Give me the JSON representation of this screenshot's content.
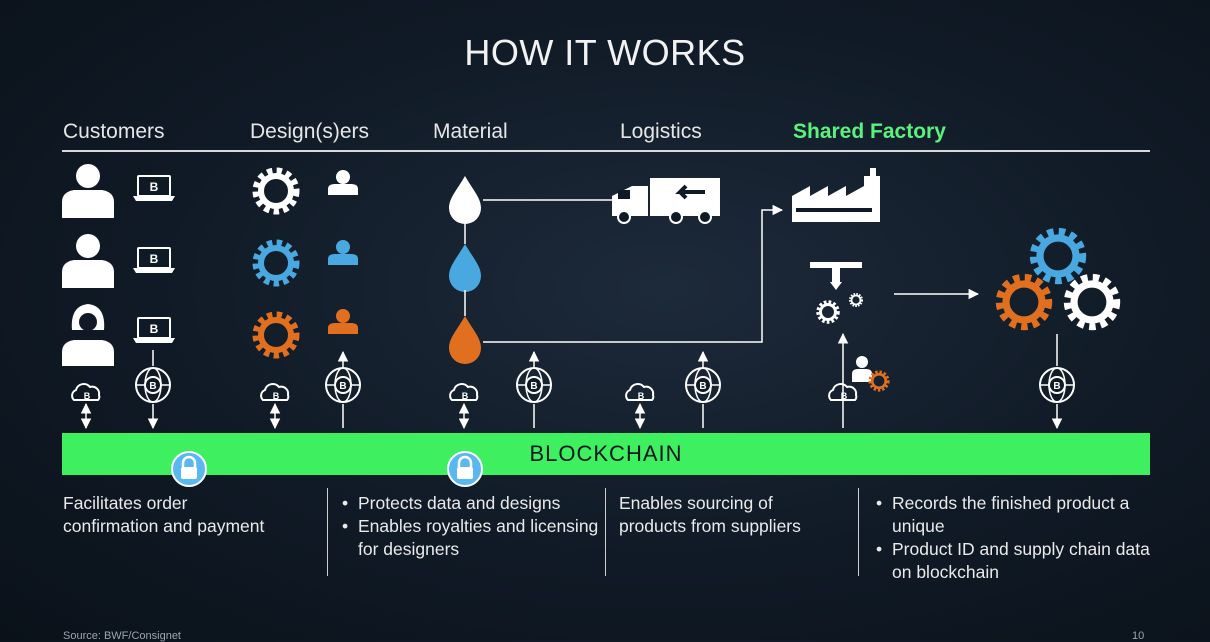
{
  "title": "HOW IT WORKS",
  "columns": [
    "Customers",
    "Design(s)ers",
    "Material",
    "Logistics",
    "Shared Factory"
  ],
  "blockchain_label": "BLOCKCHAIN",
  "notes": {
    "customers": [
      "Facilitates order",
      "confirmation and payment"
    ],
    "designers": [
      "Protects data and designs",
      "Enables royalties and licensing for designers"
    ],
    "logistics": [
      "Enables sourcing of",
      "products from suppliers"
    ],
    "factory": [
      "Records the finished product a unique",
      "Product ID and supply chain data on blockchain"
    ]
  },
  "coin_glyph": "B",
  "footer": {
    "source": "Source: BWF/Consignet",
    "page": "10"
  },
  "colors": {
    "accent_green": "#3ef05f",
    "header_green": "#5af27c",
    "blue": "#4aa8e0",
    "orange": "#e07020",
    "white": "#ffffff"
  }
}
